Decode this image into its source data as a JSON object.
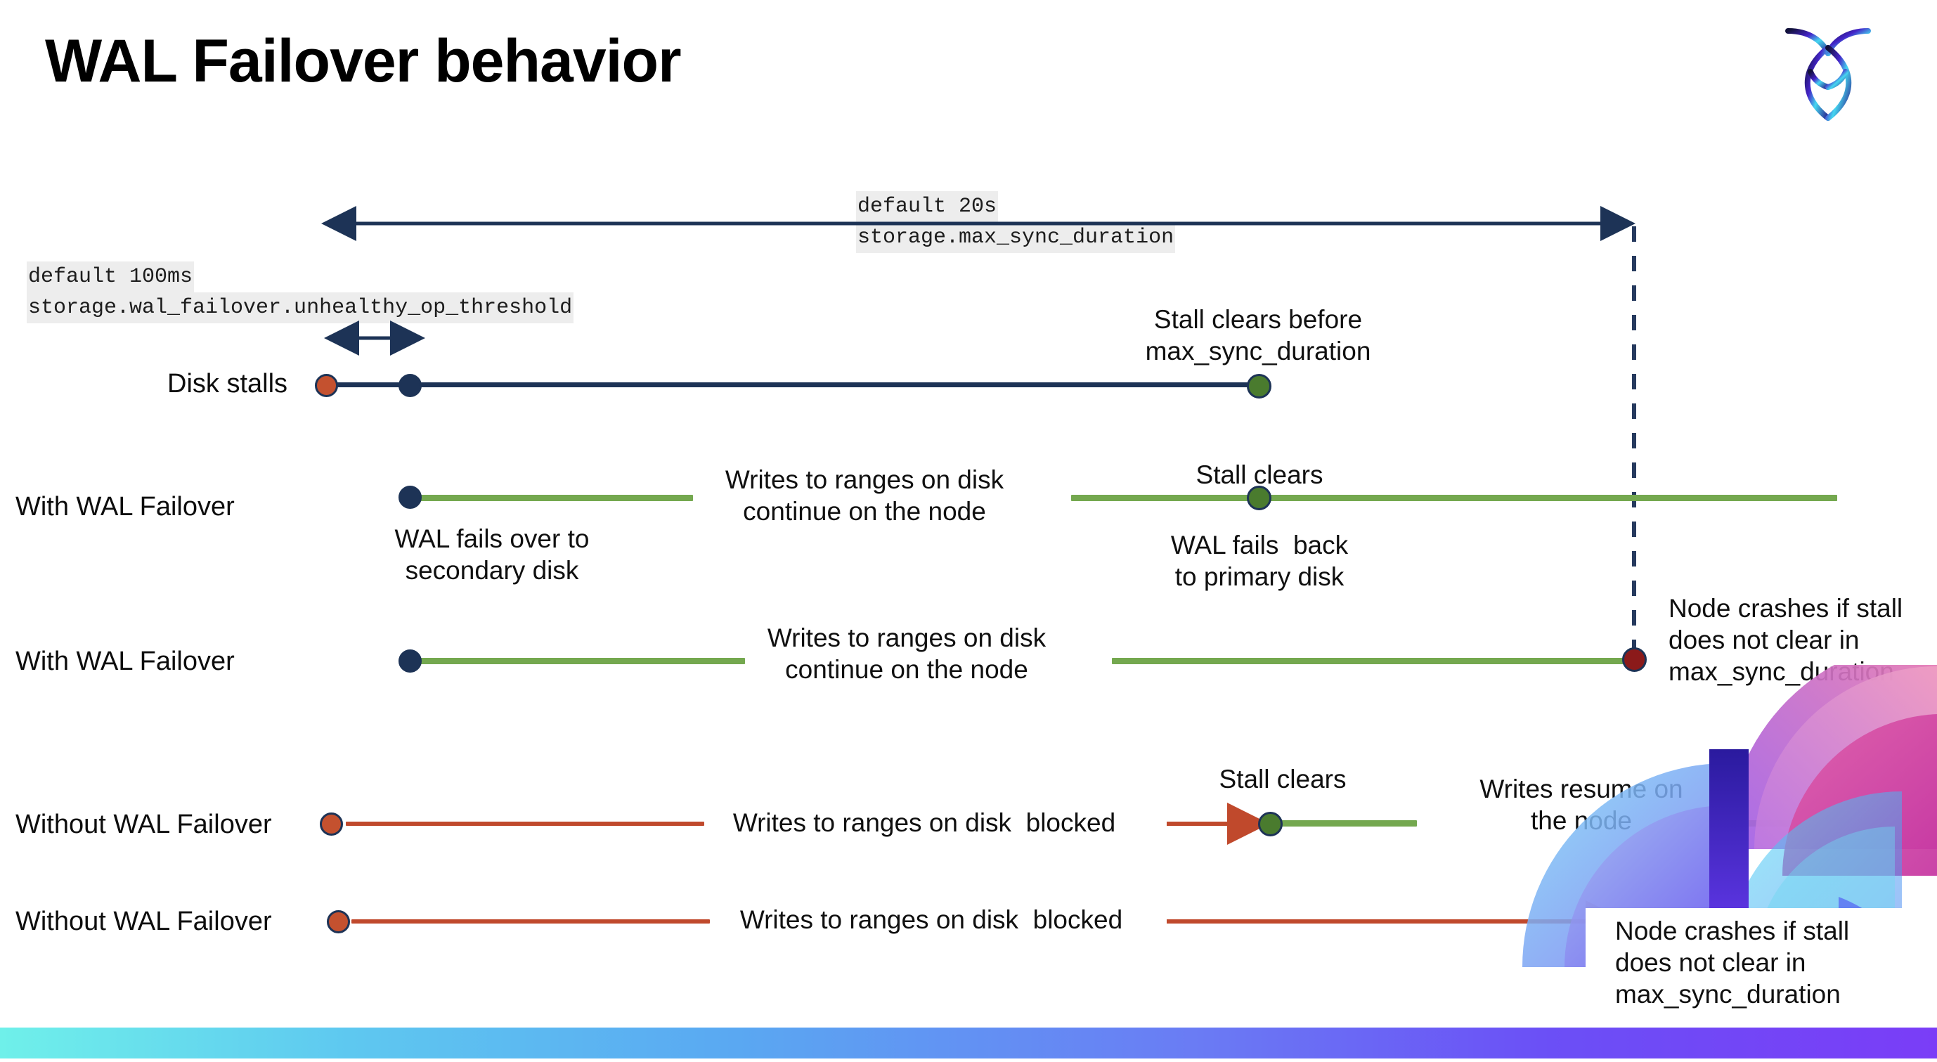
{
  "slide": {
    "title": "WAL Failover behavior",
    "logo_name": "cockroachdb-logo"
  },
  "annotations": {
    "max_sync": {
      "default": "default 20s",
      "setting": "storage.max_sync_duration"
    },
    "unhealthy_op": {
      "default": "default 100ms",
      "setting": "storage.wal_failover.unhealthy_op_threshold"
    }
  },
  "rows": [
    {
      "label": "Disk stalls",
      "notes": [
        "Stall clears before\nmax_sync_duration"
      ]
    },
    {
      "label": "With WAL Failover",
      "notes": [
        "Writes to ranges on disk\ncontinue on the node",
        "Stall clears",
        "WAL fails over to\nsecondary disk",
        "WAL fails  back\nto primary disk"
      ]
    },
    {
      "label": "With WAL Failover",
      "notes": [
        "Writes to ranges on disk\ncontinue on the node",
        "Node crashes if stall\ndoes not clear in\nmax_sync_duration"
      ]
    },
    {
      "label": "Without WAL Failover",
      "notes": [
        "Writes to ranges on disk  blocked",
        "Stall clears",
        "Writes resume on\nthe node"
      ]
    },
    {
      "label": "Without WAL Failover",
      "notes": [
        "Writes to ranges on disk  blocked",
        "Node crashes if stall\ndoes not clear in\nmax_sync_duration"
      ]
    }
  ],
  "colors": {
    "navy": "#1d3356",
    "green_line": "#74a84f",
    "green_dot": "#4a7b2e",
    "orange": "#c4512f",
    "red_line": "#c0492c",
    "dark_red": "#8b1a1a",
    "chip_bg": "#ededed"
  }
}
